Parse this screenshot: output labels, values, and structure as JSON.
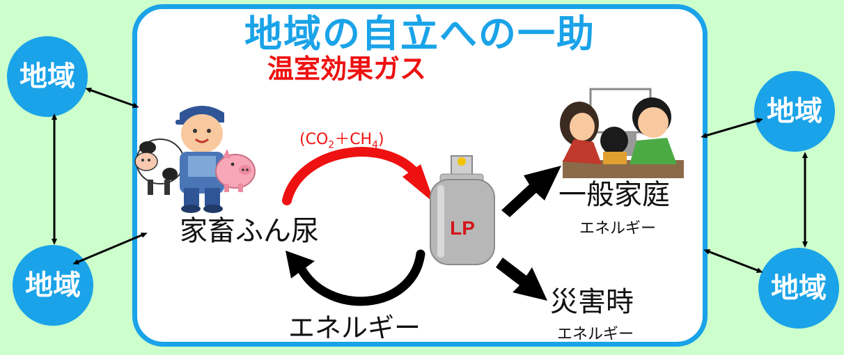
{
  "title": "地域の自立への一助",
  "regions": [
    "地域",
    "地域",
    "地域",
    "地域"
  ],
  "ghg": {
    "title": "温室効果ガス",
    "formula_open": "(CO",
    "formula_sub1": "2",
    "formula_mid": "＋CH",
    "formula_sub2": "4",
    "formula_close": ")"
  },
  "labels": {
    "manure": "家畜ふん尿",
    "energy_cycle": "エネルギー",
    "household": "一般家庭",
    "household_energy": "エネルギー",
    "disaster": "災害時",
    "disaster_energy": "エネルギー"
  },
  "cylinder_text": "LP",
  "colors": {
    "accent": "#1aa3e8",
    "background": "#ccffcc",
    "ghg": "#ee1111"
  }
}
